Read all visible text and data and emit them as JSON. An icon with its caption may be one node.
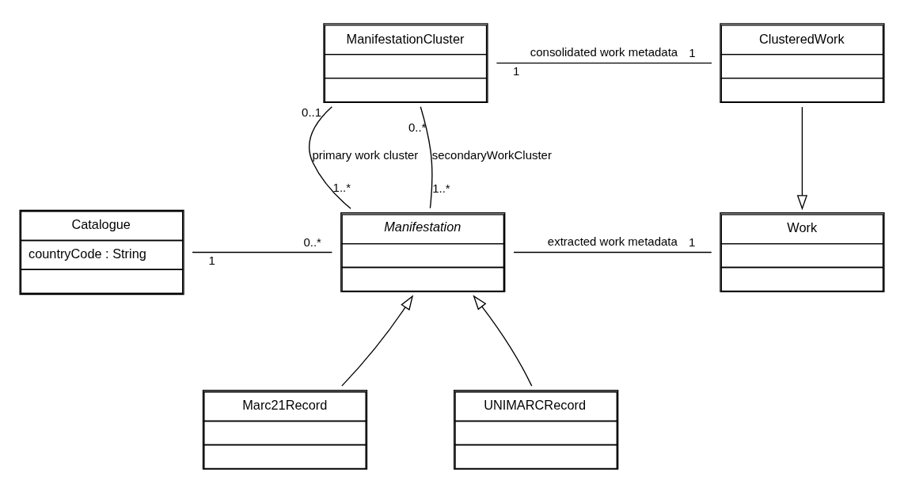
{
  "diagram": {
    "nodes": [
      {
        "text": [
          "ManifestationCluster"
        ]
      },
      {
        "text": [
          "ClusteredWork"
        ]
      },
      {
        "text": [
          "Catalogue",
          "countryCode : String"
        ]
      },
      {
        "text": [
          "Manifestation"
        ]
      },
      {
        "text": [
          "Work"
        ]
      },
      {
        "text": [
          "Marc21Record"
        ]
      },
      {
        "text": [
          "UNIMARCRecord"
        ]
      }
    ],
    "edges": [
      {
        "from": 0,
        "to": 1,
        "arrow": "none",
        "label": "consolidated work metadata"
      },
      {
        "from": 0,
        "to": 3,
        "arrow": "none",
        "label": "primary work cluster"
      },
      {
        "from": 0,
        "to": 3,
        "arrow": "none",
        "label": "secondaryWorkCluster"
      },
      {
        "from": 1,
        "to": 4,
        "arrow": "to"
      },
      {
        "from": 2,
        "to": 3,
        "arrow": "none"
      },
      {
        "from": 3,
        "to": 4,
        "arrow": "none",
        "label": "extracted work metadata"
      },
      {
        "from": 5,
        "to": 3,
        "arrow": "to"
      },
      {
        "from": 6,
        "to": 3,
        "arrow": "to"
      }
    ],
    "labels": [
      "1",
      "1",
      "0..*",
      "0..1",
      "1..*",
      "1..*",
      "1",
      "0..*",
      "1"
    ]
  }
}
